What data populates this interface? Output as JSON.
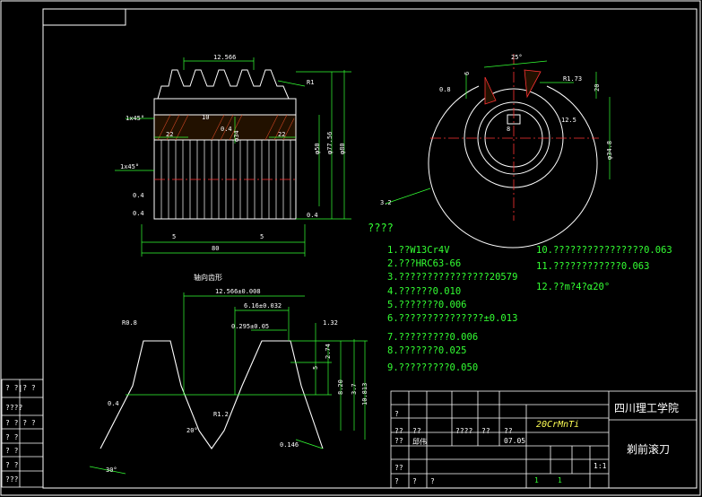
{
  "colors": {
    "background": "#000000",
    "frame": "#ffffff",
    "dimension": "#33ff33",
    "highlight": "#ffff55",
    "section": "#ff3333"
  },
  "tech_title": "????",
  "notes_left": [
    "1.??W13Cr4V",
    "2.???HRC63-66",
    "3.????????????????20579",
    "4.??????0.010",
    "5.???????0.006",
    "6.???????????????±0.013",
    "7.?????????0.006",
    "8.???????0.025",
    "9.?????????0.050"
  ],
  "notes_right": [
    "10.????????????????0.063",
    "11.????????????0.063",
    "12.??m?4?α20°"
  ],
  "profile_title": "轴向齿形",
  "dims_top": {
    "pitch": "12.566",
    "r1": "R1",
    "chamfer1": "1x45°",
    "chamfer2": "1x45°",
    "d22a": "22",
    "d22b": "22",
    "phi34": "φ34",
    "phi50": "φ50",
    "phi77": "φ77.56",
    "phi80": "φ80",
    "ra04a": "0.4",
    "ra04b": "0.4",
    "ra04c": "0.4",
    "ra04d": "0.4",
    "len5a": "5",
    "len5b": "5",
    "len80": "80",
    "d10": "10"
  },
  "dims_side": {
    "ang25": "25°",
    "d6": "6",
    "d8": "0.8",
    "r173": "R1.73",
    "d20": "20",
    "d125": "12.5",
    "phi34": "φ34.8",
    "d32": "3.2",
    "key": "8"
  },
  "dims_profile": {
    "p12566": "12.566±0.008",
    "p616": "6.16±0.032",
    "p0295": "0.295±0.05",
    "h132": "1.32",
    "h274": "2.74",
    "h5": "5",
    "h8": "8.20",
    "h37": "3.7",
    "h10": "10.813",
    "r08": "R0.8",
    "r12": "R1.2",
    "a20": "20°",
    "a30": "30°",
    "d0146": "0.146",
    "d04": "0.4"
  },
  "titleblock": {
    "school": "四川理工学院",
    "part_name": "剃前滚刀",
    "material": "20CrMnTi",
    "scale": "1:1",
    "label_design": "??",
    "label_check": "??",
    "designer": "邱伟",
    "date": "07.05",
    "sheet_a": "1",
    "sheet_b": "1",
    "cells_q": [
      "??",
      "??",
      "????",
      "??",
      "??",
      "?",
      "?",
      "?",
      "?"
    ],
    "left_cells": [
      "? ?|? ?",
      "????",
      "? ? ? ?",
      "? ?",
      "? ?",
      "? ?",
      "???"
    ]
  }
}
